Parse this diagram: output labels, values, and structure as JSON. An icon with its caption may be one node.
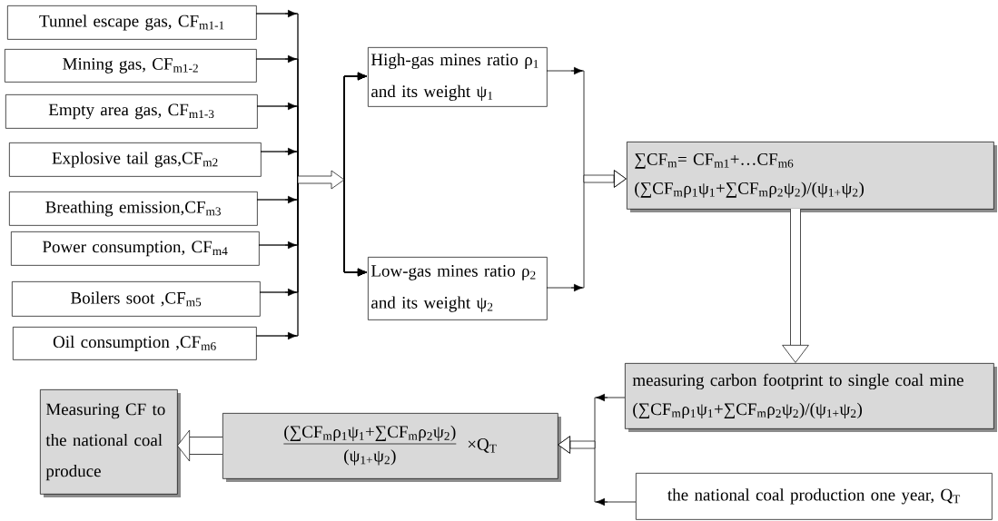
{
  "diagram": {
    "nodes": [
      {
        "text": [
          "Tunnel escape gas, CF$_{m1-1}$"
        ]
      },
      {
        "text": [
          "Mining gas, CF$_{m1-2}$"
        ]
      },
      {
        "text": [
          "Empty area gas, CF$_{m1-3}$"
        ]
      },
      {
        "text": [
          "Explosive tail gas,CF$_{m2}$"
        ]
      },
      {
        "text": [
          "Breathing emission,CF$_{m3}$"
        ]
      },
      {
        "text": [
          "Power consumption, CF$_{m4}$"
        ]
      },
      {
        "text": [
          "Boilers soot ,CF$_{m5}$"
        ]
      },
      {
        "text": [
          "Oil consumption ,CF$_{m6}$"
        ]
      },
      {
        "text": [
          "High-gas mines ratio ρ$_{1}$ and its weight ψ$_{1}$"
        ]
      },
      {
        "text": [
          "Low-gas mines ratio ρ$_{2}$ and its weight ψ$_{2}$"
        ]
      },
      {
        "text": [
          "∑CF$_{m}$= CF$_{m1}$+…CF$_{m6}$",
          "(∑CF$_{m}$ρ$_{1}$ψ$_{1}$+∑CF$_{m}$ρ$_{2}$ψ$_{2}$)/(ψ$_{1+}$ψ$_{2}$)"
        ]
      },
      {
        "text": [
          "measuring carbon footprint to single coal mine",
          "(∑CF$_{m}$ρ$_{1}$ψ$_{1}$+∑CF$_{m}$ρ$_{2}$ψ$_{2}$)/(ψ$_{1+}$ψ$_{2}$)"
        ]
      },
      {
        "text": [
          "the national coal production one year, Q$_{T}$"
        ]
      },
      {
        "text": [
          "(∑CF$_{m}$ρ$_{1}$ψ$_{1}$+∑CF$_{m}$ρ$_{2}$ψ$_{2}$)",
          "(ψ$_{1+}$ψ$_{2}$)",
          "×Q$_{T}$"
        ]
      },
      {
        "text": [
          "Measuring CF to the national coal produce"
        ]
      }
    ],
    "edges": [
      {
        "from": 0,
        "to": 8,
        "arrow": "to"
      },
      {
        "from": 0,
        "to": 9,
        "arrow": "to"
      },
      {
        "from": 1,
        "to": 8,
        "arrow": "to"
      },
      {
        "from": 1,
        "to": 9,
        "arrow": "to"
      },
      {
        "from": 2,
        "to": 8,
        "arrow": "to"
      },
      {
        "from": 2,
        "to": 9,
        "arrow": "to"
      },
      {
        "from": 3,
        "to": 8,
        "arrow": "to"
      },
      {
        "from": 3,
        "to": 9,
        "arrow": "to"
      },
      {
        "from": 4,
        "to": 8,
        "arrow": "to"
      },
      {
        "from": 4,
        "to": 9,
        "arrow": "to"
      },
      {
        "from": 5,
        "to": 8,
        "arrow": "to"
      },
      {
        "from": 5,
        "to": 9,
        "arrow": "to"
      },
      {
        "from": 6,
        "to": 8,
        "arrow": "to"
      },
      {
        "from": 6,
        "to": 9,
        "arrow": "to"
      },
      {
        "from": 7,
        "to": 8,
        "arrow": "to"
      },
      {
        "from": 7,
        "to": 9,
        "arrow": "to"
      },
      {
        "from": 8,
        "to": 10,
        "arrow": "to"
      },
      {
        "from": 9,
        "to": 10,
        "arrow": "to"
      },
      {
        "from": 10,
        "to": 11,
        "arrow": "to",
        "style": "thick"
      },
      {
        "from": 11,
        "to": 13,
        "arrow": "to"
      },
      {
        "from": 12,
        "to": 13,
        "arrow": "to"
      },
      {
        "from": 13,
        "to": 14,
        "arrow": "to",
        "style": "thick"
      }
    ]
  }
}
